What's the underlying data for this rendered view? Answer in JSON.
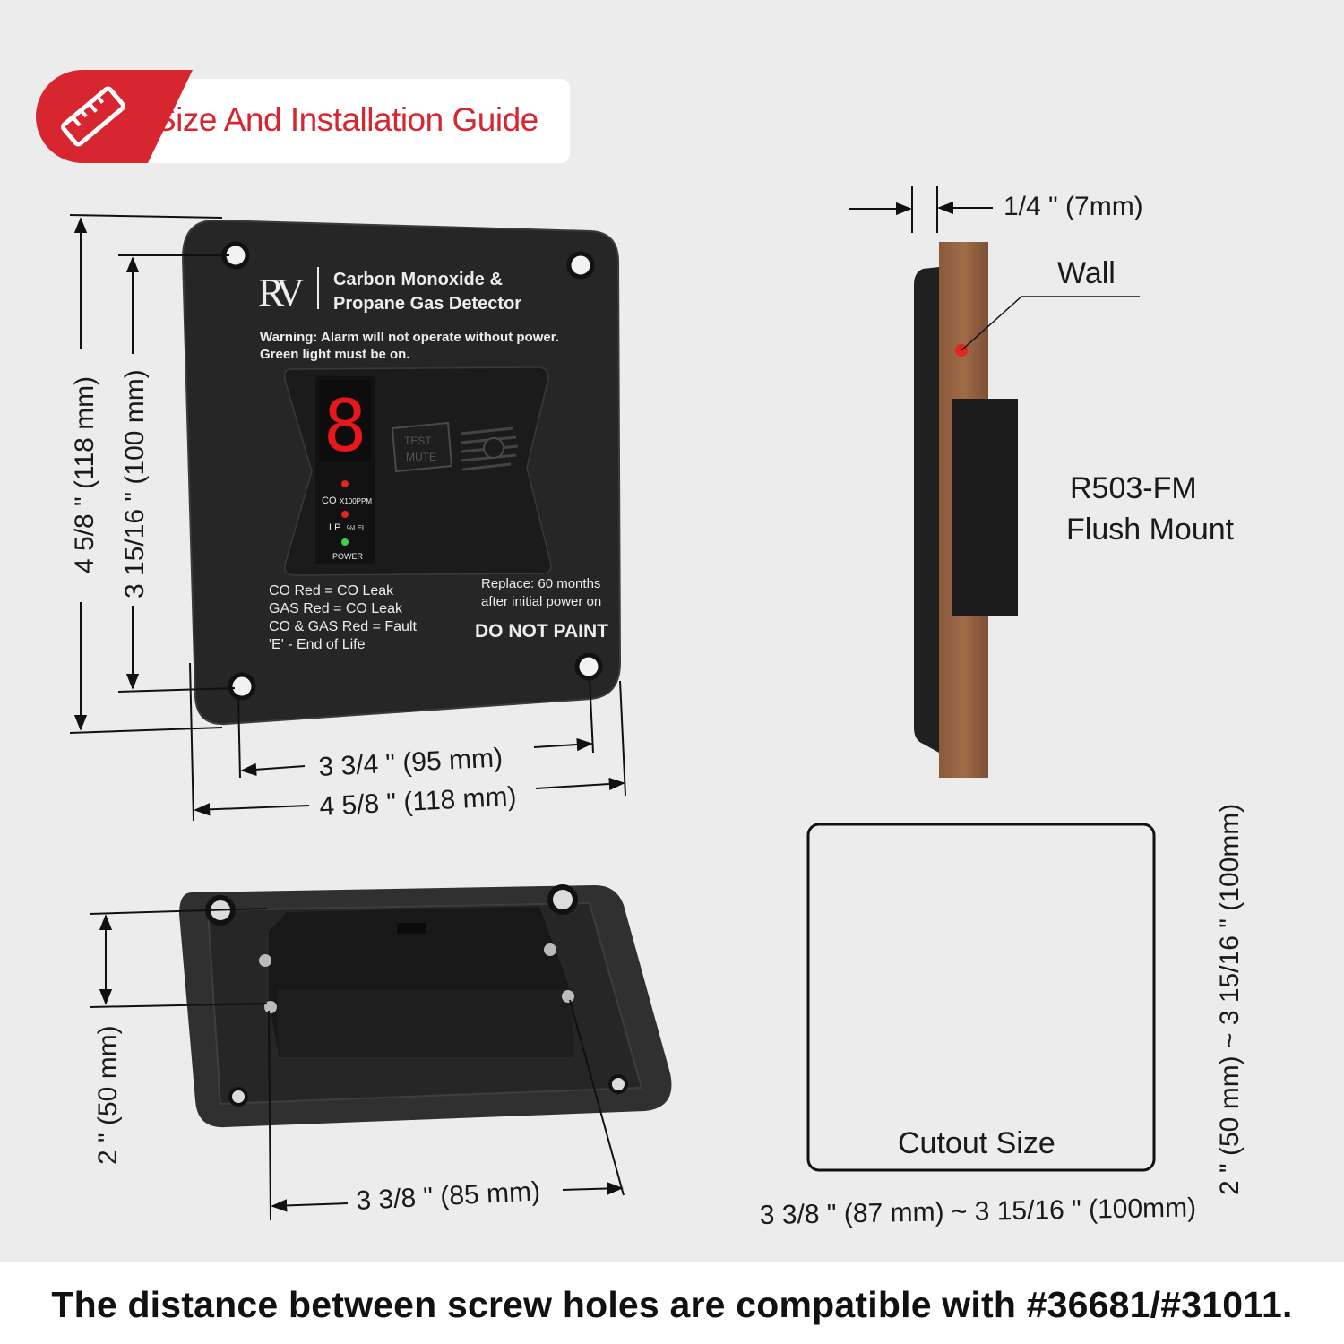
{
  "header": {
    "title": "Size And Installation Guide",
    "icon": "ruler-icon",
    "accent": "#d7262f"
  },
  "detector": {
    "brand_mark": "RV",
    "title_line1": "Carbon Monoxide &",
    "title_line2": "Propane Gas Detector",
    "warning_line1": "Warning:  Alarm will not operate without power.",
    "warning_line2": "Green light must be on.",
    "display_digit": "8",
    "button_line1": "TEST",
    "button_line2": "MUTE",
    "led_co": "CO",
    "led_co_unit": "X100PPM",
    "led_lp": "LP",
    "led_lp_unit": "%LEL",
    "led_power": "POWER",
    "legend": [
      "CO   Red = CO Leak",
      "GAS Red = CO Leak",
      "CO & GAS Red = Fault",
      "'E'   - End of Life"
    ],
    "replace_line1": "Replace:  60 months",
    "replace_line2": "after initial power on",
    "do_not_paint": "DO NOT PAINT"
  },
  "front_dims": {
    "height_outer": "4 5/8 \" (118 mm)",
    "height_holes": "3 15/16 \" (100 mm)",
    "width_holes": "3 3/4 \" (95 mm)",
    "width_outer": "4 5/8 \" (118 mm)"
  },
  "side_view": {
    "depth": "1/4 \" (7mm)",
    "wall_label": "Wall",
    "model": "R503-FM",
    "mount": "Flush Mount"
  },
  "back_dims": {
    "height": "2 \" (50 mm)",
    "width": "3 3/8 \" (85 mm)"
  },
  "cutout": {
    "label": "Cutout Size",
    "width": "3 3/8 \" (87 mm) ~ 3 15/16 \" (100mm)",
    "height": "2 \" (50 mm) ~ 3 15/16 \" (100mm)"
  },
  "footer": "The distance between screw holes are compatible with #36681/#31011."
}
